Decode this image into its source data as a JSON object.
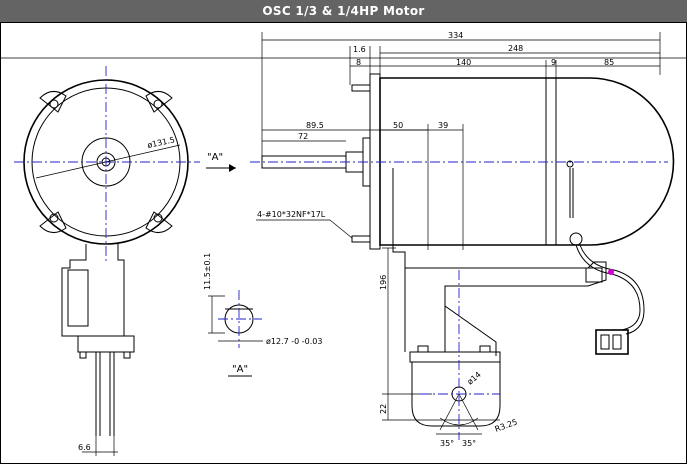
{
  "window": {
    "title": "OSC 1/3 & 1/4HP Motor"
  },
  "front_view": {
    "diameter_label": "ø131.5",
    "shaft_width_label": "6.6"
  },
  "view_marker": {
    "arrow_label": "\"A\""
  },
  "detail_a": {
    "height_label": "11.5±0.1",
    "diameter_label": "ø12.7 -0 -0.03",
    "caption": "\"A\""
  },
  "side_view": {
    "dim_total": "334",
    "dim_body": "248",
    "dim_flange_small": "1.6",
    "dim_flange": "8",
    "dim_stator": "140",
    "dim_gap": "9",
    "dim_endcap": "85",
    "dim_shaft_to_bracket": "89.5",
    "dim_shaft": "72",
    "dim_bracket_offset": "50",
    "dim_bracket_center": "39",
    "screw_label": "4-#10*32NF*17L",
    "dim_height": "196",
    "dim_base": "22",
    "hole_label": "ø14",
    "radius_label": "R3.25",
    "angle_left": "35°",
    "angle_right": "35°"
  },
  "colors": {
    "title_bar": "#646464",
    "centerline": "#2222cc",
    "connector_accent": "#cc00cc"
  }
}
